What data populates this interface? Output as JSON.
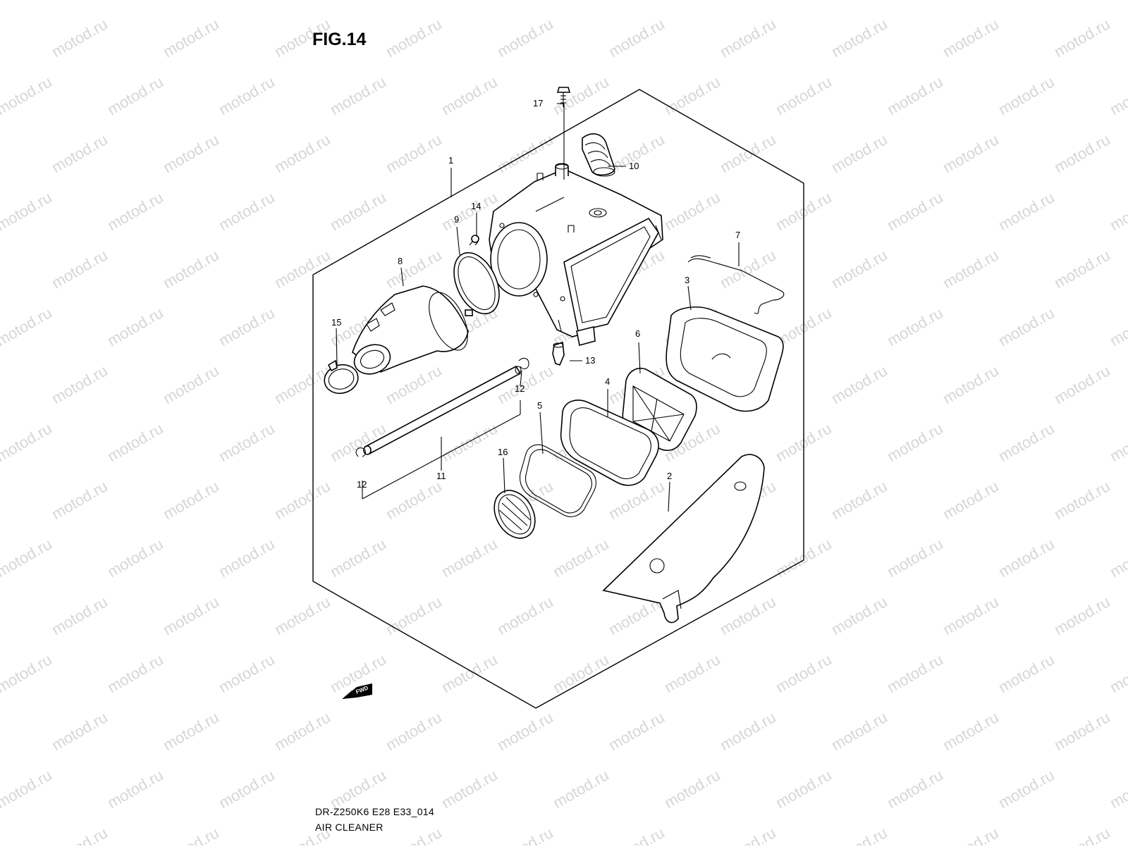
{
  "figure": {
    "title": "FIG.14",
    "model_code": "DR-Z250K6 E28 E33_014",
    "assembly_name": "AIR CLEANER",
    "direction_marker": "FWD",
    "watermark_text": "motod.ru"
  },
  "callouts": {
    "c1": "1",
    "c2": "2",
    "c3": "3",
    "c4": "4",
    "c5": "5",
    "c6": "6",
    "c7": "7",
    "c8": "8",
    "c9": "9",
    "c10": "10",
    "c11": "11",
    "c12a": "12",
    "c12b": "12",
    "c13": "13",
    "c14": "14",
    "c15": "15",
    "c16": "16",
    "c17": "17"
  },
  "colors": {
    "line": "#000000",
    "watermark": "#d6d6d6",
    "background": "#ffffff"
  }
}
